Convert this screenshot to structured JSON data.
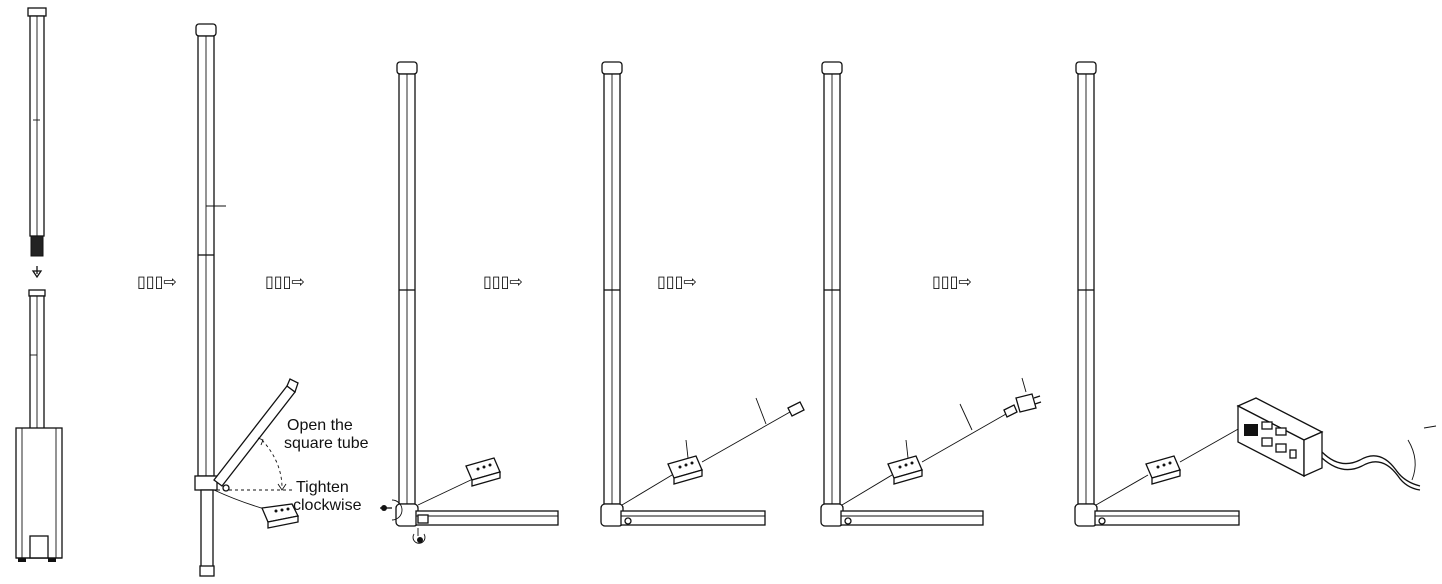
{
  "steps": [
    {
      "id": 1,
      "name": "connect-tubes"
    },
    {
      "id": 2,
      "name": "open-base"
    },
    {
      "id": 3,
      "name": "tighten-knob"
    },
    {
      "id": 4,
      "name": "usb-cable"
    },
    {
      "id": 5,
      "name": "usb-adapter"
    },
    {
      "id": 6,
      "name": "power-strip"
    }
  ],
  "arrows": [
    {
      "from": 1,
      "to": 2,
      "glyph": "▯▯▯⇨"
    },
    {
      "from": 2,
      "to": 3,
      "glyph": "▯▯▯⇨"
    },
    {
      "from": 3,
      "to": 4,
      "glyph": "▯▯▯⇨"
    },
    {
      "from": 4,
      "to": 5,
      "glyph": "▯▯▯⇨"
    },
    {
      "from": 5,
      "to": 6,
      "glyph": "▯▯▯⇨"
    }
  ],
  "callouts": {
    "open_line1": "Open the",
    "open_line2": "square tube",
    "tighten_line1": "Tighten",
    "tighten_line2": "clockwise"
  },
  "colors": {
    "line": "#111111",
    "background": "#ffffff"
  }
}
